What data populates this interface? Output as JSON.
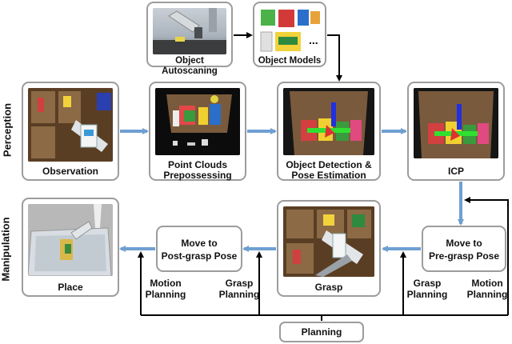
{
  "sections": {
    "perception": "Perception",
    "manipulation": "Manipulation"
  },
  "nodes": {
    "autoscan": "Object Autoscaning",
    "models": "Object Models",
    "models_more": "...",
    "observation": "Observation",
    "pointcloud": [
      "Point Clouds",
      "Prepossessing"
    ],
    "detection": [
      "Object Detection  &",
      "Pose Estimation"
    ],
    "icp": "ICP",
    "pregrasp": [
      "Move to",
      "Pre-grasp Pose"
    ],
    "grasp": "Grasp",
    "postgrasp": [
      "Move to",
      "Post-grasp Pose"
    ],
    "place": "Place",
    "planning": "Planning"
  },
  "edge_labels": {
    "motion_left": [
      "Motion",
      "Planning"
    ],
    "grasp_left": [
      "Grasp",
      "Planning"
    ],
    "grasp_right": [
      "Grasp",
      "Planning"
    ],
    "motion_right": [
      "Motion",
      "Planning"
    ]
  },
  "colors": {
    "flow_arrow": "#6e9fd1",
    "planning_line": "#000000",
    "box_border": "#9c9c9c"
  }
}
